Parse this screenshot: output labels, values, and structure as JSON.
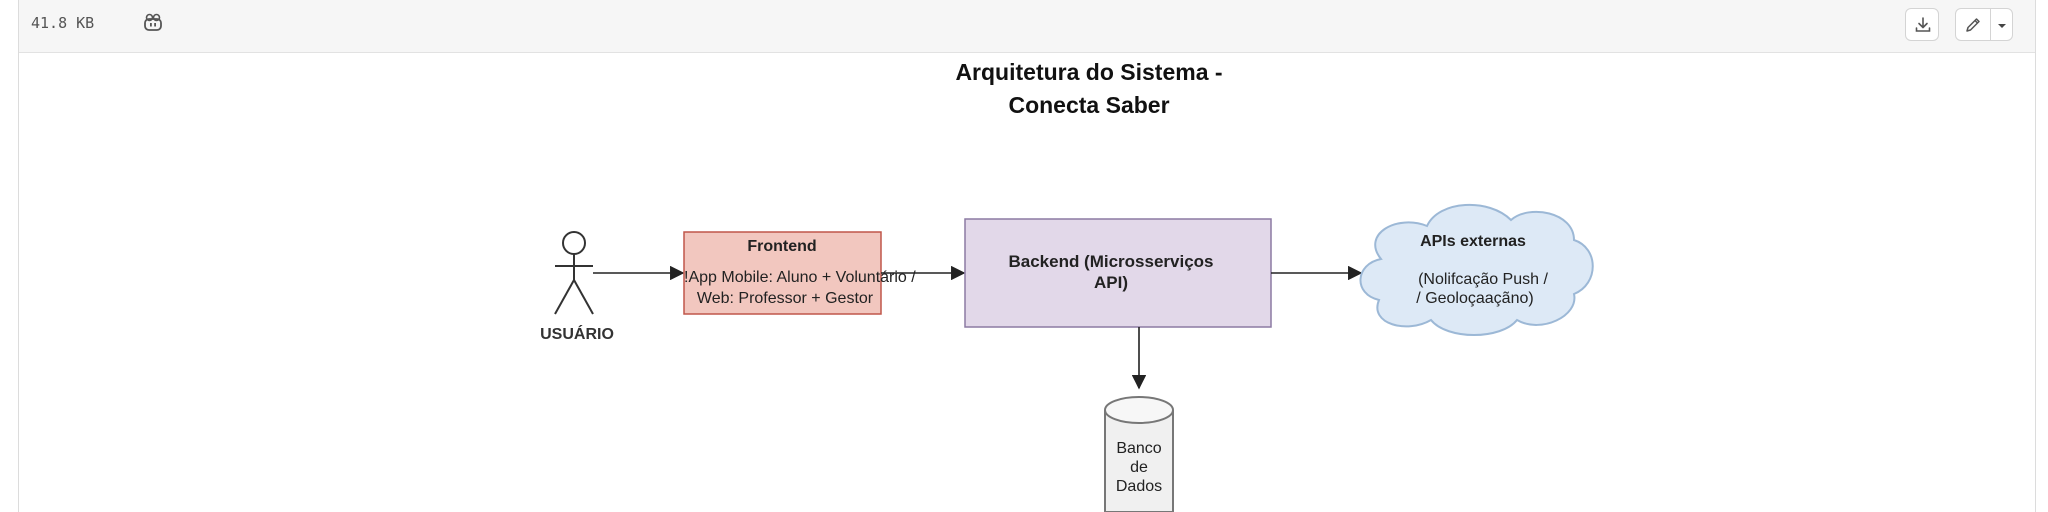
{
  "toolbar": {
    "file_size": "41.8 KB",
    "icons": {
      "copilot": "copilot-icon",
      "download": "download-icon",
      "edit": "pencil-icon",
      "more": "caret-down-icon"
    }
  },
  "diagram": {
    "title_line1": "Arquitetura do Sistema  -",
    "title_line2": "Conecta Saber",
    "actor_label": "USUÁRIO",
    "frontend": {
      "title": "Frontend",
      "line1": "!App Mobile: Aluno + Voluntário /",
      "line2": "Web: Professor + Gestor"
    },
    "backend": {
      "line1": "Backend (Microsserviços",
      "line2": "API)"
    },
    "apis": {
      "title": "APIs externas",
      "line1": "(Nolifcação Push /",
      "line2": "/ Geoloçaaçãno)"
    },
    "database": {
      "line1": "Banco",
      "line2": "de",
      "line3": "Dados"
    },
    "colors": {
      "frontend_fill": "#f2c7bf",
      "frontend_stroke": "#c0574a",
      "backend_fill": "#e2d8e9",
      "backend_stroke": "#8c7aa3",
      "cloud_fill": "#dde9f6",
      "cloud_stroke": "#9cb8d6"
    }
  }
}
